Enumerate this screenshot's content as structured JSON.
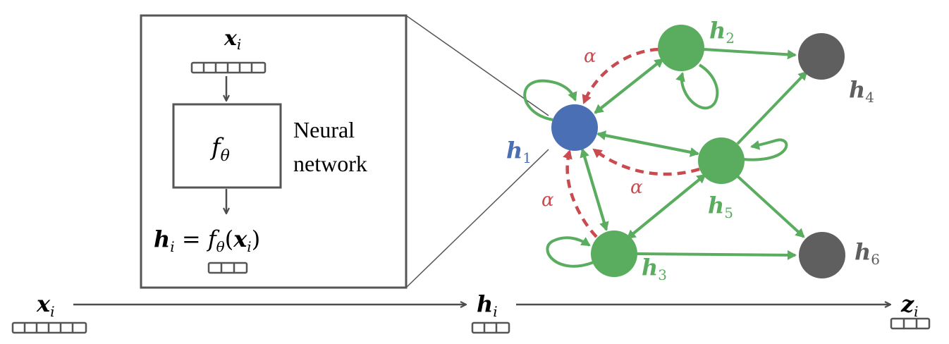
{
  "colors": {
    "arrow": "#4d4d4d",
    "green": "#5aac5f",
    "blue": "#4a6fb5",
    "gray": "#5f5f5f",
    "red": "#c94b4f"
  },
  "inset": {
    "input_symbol": "x",
    "input_sub": "i",
    "function_symbol": "f",
    "function_sub": "θ",
    "box_label_line1": "Neural",
    "box_label_line2": "network",
    "output_lhs": "h",
    "output_lhs_sub": "i",
    "output_eq": " = ",
    "output_rhs_f": "f",
    "output_rhs_f_sub": "θ",
    "output_rhs_open": "(",
    "output_rhs_x": "x",
    "output_rhs_x_sub": "i",
    "output_rhs_close": ")"
  },
  "pipeline": {
    "x_symbol": "x",
    "x_sub": "i",
    "h_symbol": "h",
    "h_sub": "i",
    "z_symbol": "z",
    "z_sub": "i"
  },
  "graph": {
    "nodes": [
      {
        "id": "h1",
        "symbol": "h",
        "sub": "1",
        "color": "blue"
      },
      {
        "id": "h2",
        "symbol": "h",
        "sub": "2",
        "color": "green"
      },
      {
        "id": "h3",
        "symbol": "h",
        "sub": "3",
        "color": "green"
      },
      {
        "id": "h4",
        "symbol": "h",
        "sub": "4",
        "color": "gray"
      },
      {
        "id": "h5",
        "symbol": "h",
        "sub": "5",
        "color": "green"
      },
      {
        "id": "h6",
        "symbol": "h",
        "sub": "6",
        "color": "gray"
      }
    ],
    "attention_label": "α"
  }
}
